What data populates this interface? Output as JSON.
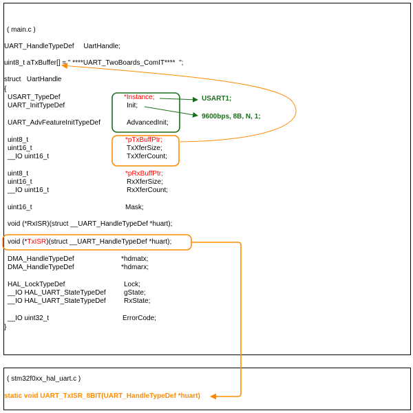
{
  "colors": {
    "green": "#1a6e1a",
    "orange": "#ff8c00",
    "red": "#ff0000"
  },
  "main_file": {
    "filename": "( main.c )",
    "handle_decl": "UART_HandleTypeDef     UartHandle;",
    "buffer_decl": "uint8_t aTxBuffer[] = \" ****UART_TwoBoards_ComIT****  \";",
    "struct_head": "struct   UartHandle",
    "brace_open": "{",
    "brace_close": "}",
    "fields": [
      {
        "type": "USART_TypeDef",
        "name": "*Instance;",
        "highlight": true
      },
      {
        "type": "UART_InitTypeDef",
        "name": "Init;"
      },
      {
        "type": "UART_AdvFeatureInitTypeDef",
        "name": "AdvancedInit;"
      },
      {
        "type": "uint8_t",
        "name": "*pTxBuffPtr;",
        "highlight": true
      },
      {
        "type": "uint16_t",
        "name": "TxXferSize;"
      },
      {
        "type": "__IO uint16_t",
        "name": "TxXferCount;"
      },
      {
        "type": "uint8_t",
        "name": "*pRxBuffPtr;",
        "highlight": true
      },
      {
        "type": "uint16_t",
        "name": "RxXferSize;"
      },
      {
        "type": "__IO uint16_t",
        "name": "RxXferCount;"
      },
      {
        "type": "uint16_t",
        "name": "Mask;"
      },
      {
        "type": "DMA_HandleTypeDef",
        "name": "*hdmatx;"
      },
      {
        "type": "DMA_HandleTypeDef",
        "name": "*hdmarx;"
      },
      {
        "type": "HAL_LockTypeDef",
        "name": "Lock;"
      },
      {
        "type": "__IO HAL_UART_StateTypeDef",
        "name": "gState;"
      },
      {
        "type": "__IO HAL_UART_StateTypeDef",
        "name": "RxState;"
      },
      {
        "type": "__IO uint32_t",
        "name": "ErrorCode;"
      }
    ],
    "rxisr_line": "void (*RxISR)(struct __UART_HandleTypeDef *huart);",
    "txisr_prefix": "void (*",
    "txisr_name": "TxISR",
    "txisr_suffix": ")(struct __UART_HandleTypeDef *huart);"
  },
  "annotations": {
    "instance_value": "USART1;",
    "init_value": "9600bps, 8B, N, 1;"
  },
  "hal_file": {
    "filename": "( stm32f0xx_hal_uart.c )",
    "function": "static void UART_TxISR_8BIT(UART_HandleTypeDef *huart)"
  }
}
